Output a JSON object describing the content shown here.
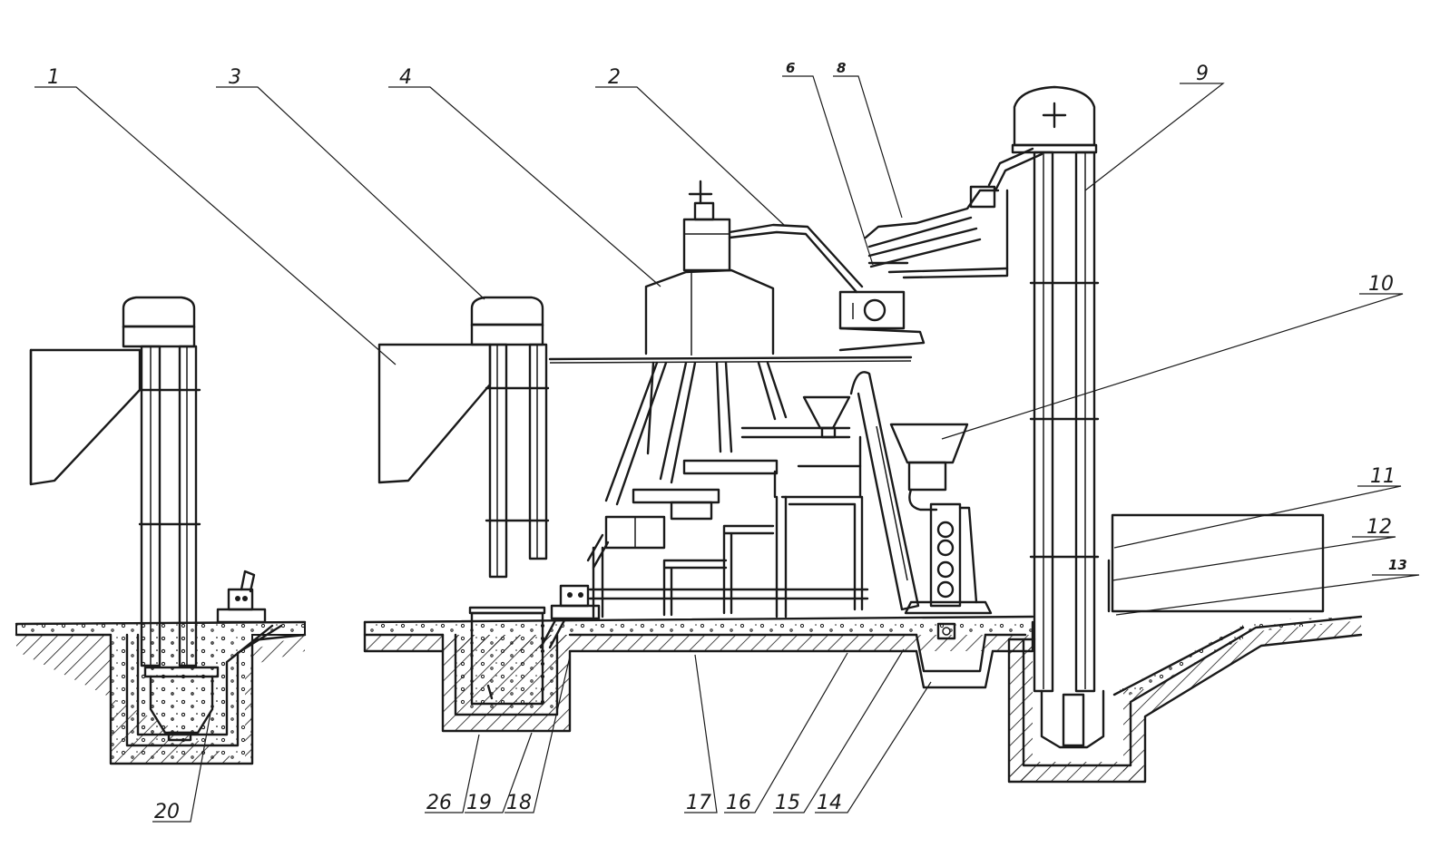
{
  "diagram": {
    "labels": {
      "l1": "1",
      "l3": "3",
      "l4": "4",
      "l2": "2",
      "l6": "6",
      "l8": "8",
      "l9": "9",
      "l10": "10",
      "l11": "11",
      "l12": "12",
      "l13": "13",
      "l20": "20",
      "l26": "26",
      "l19": "19",
      "l18": "18",
      "l17": "17",
      "l16": "16",
      "l15": "15",
      "l14": "14"
    }
  }
}
